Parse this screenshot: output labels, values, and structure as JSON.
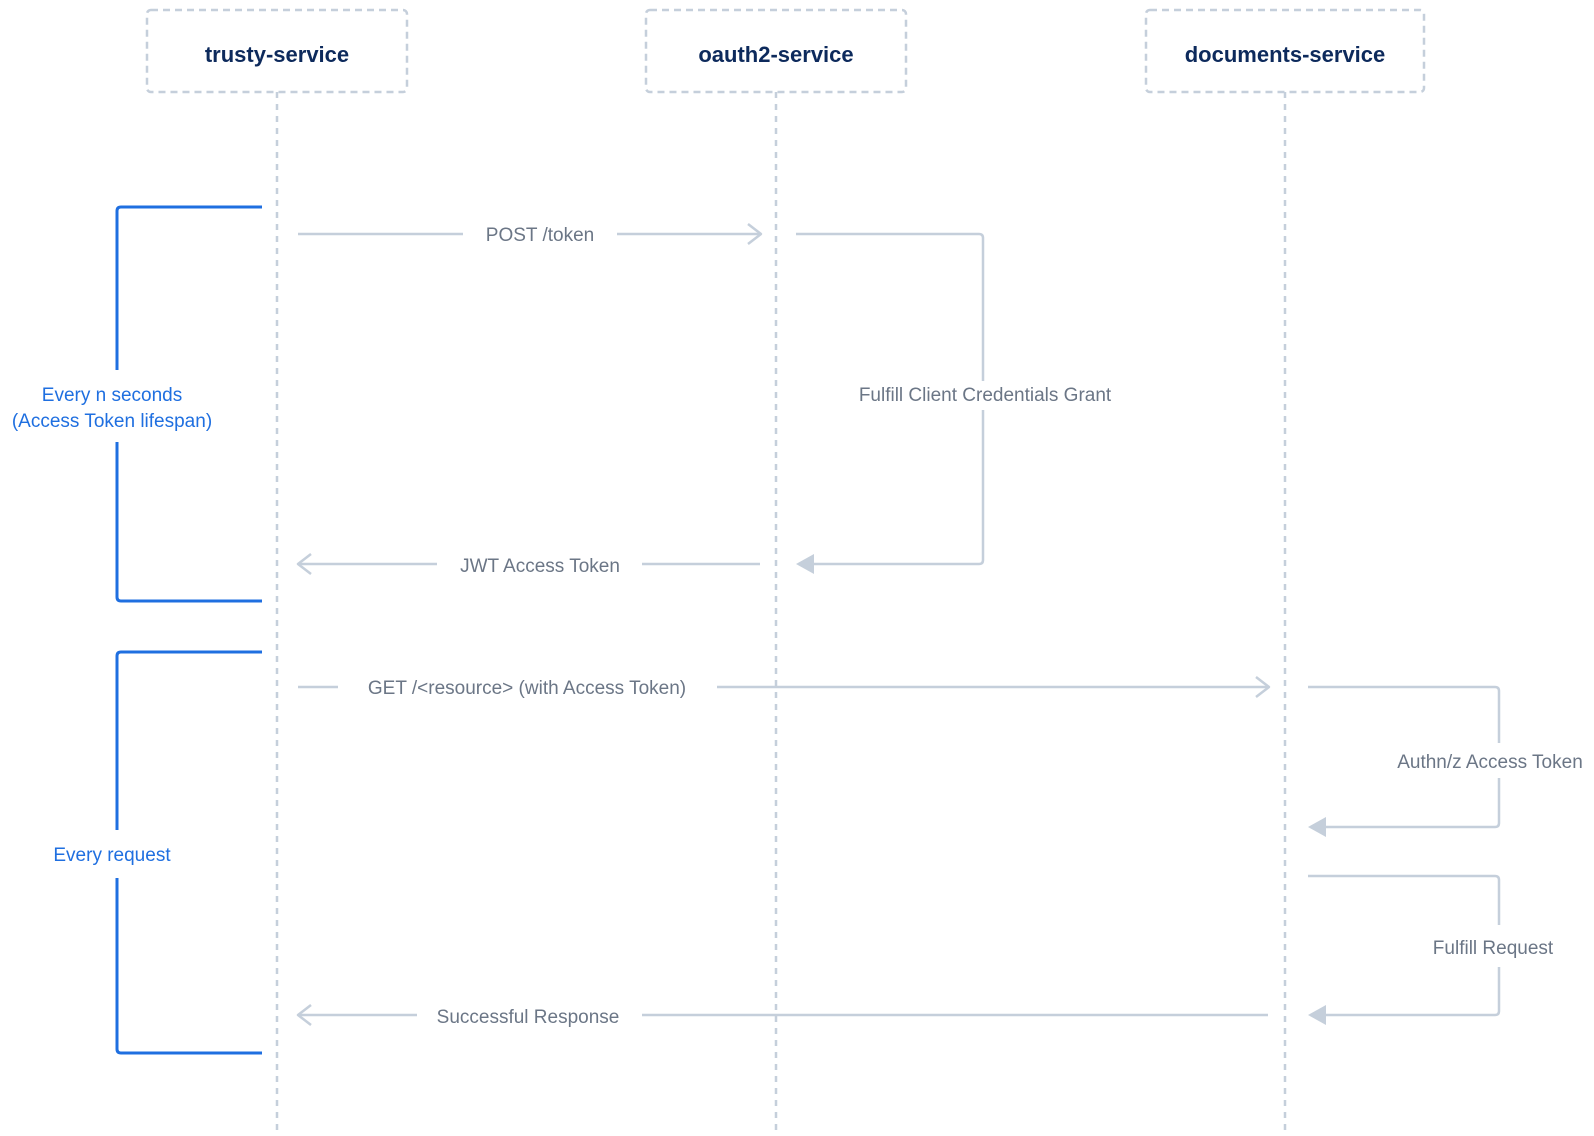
{
  "diagram": {
    "type": "sequence",
    "colors": {
      "participant_text": "#0d2a5c",
      "participant_border": "#c5cfdb",
      "lifeline": "#c5cfdb",
      "message": "#c5cfdb",
      "message_text": "#6b7686",
      "group": "#1f6fe0"
    },
    "participants": [
      {
        "id": "trusty",
        "label": "trusty-service"
      },
      {
        "id": "oauth2",
        "label": "oauth2-service"
      },
      {
        "id": "documents",
        "label": "documents-service"
      }
    ],
    "groups": [
      {
        "id": "token-refresh",
        "lines": [
          "Every n seconds",
          "(Access Token lifespan)"
        ]
      },
      {
        "id": "per-request",
        "lines": [
          "Every request"
        ]
      }
    ],
    "messages": [
      {
        "id": "post-token",
        "from": "trusty",
        "to": "oauth2",
        "label": "POST /token"
      },
      {
        "id": "fulfill-grant",
        "from": "oauth2",
        "to": "oauth2",
        "label": "Fulfill Client Credentials Grant"
      },
      {
        "id": "jwt-token",
        "from": "oauth2",
        "to": "trusty",
        "label": "JWT Access Token"
      },
      {
        "id": "get-resource",
        "from": "trusty",
        "to": "documents",
        "label": "GET /<resource> (with Access Token)"
      },
      {
        "id": "authnz",
        "from": "documents",
        "to": "documents",
        "label": "Authn/z Access Token"
      },
      {
        "id": "fulfill-request",
        "from": "documents",
        "to": "documents",
        "label": "Fulfill Request"
      },
      {
        "id": "success",
        "from": "documents",
        "to": "trusty",
        "label": "Successful Response"
      }
    ]
  }
}
